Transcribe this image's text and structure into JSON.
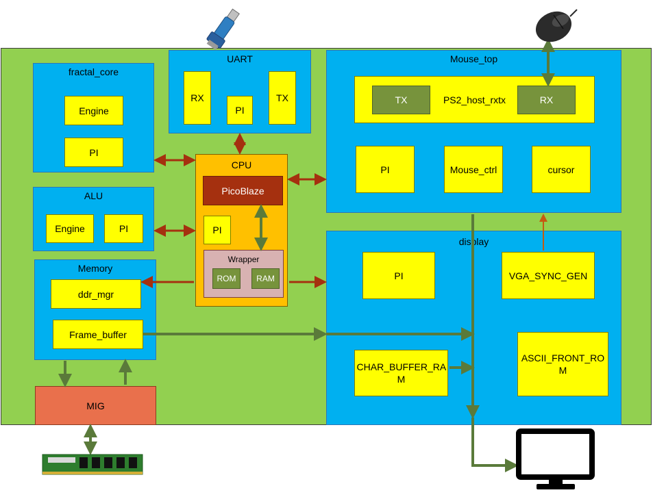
{
  "blocks": {
    "fractal_core": {
      "title": "fractal_core",
      "engine": "Engine",
      "pi": "PI"
    },
    "uart": {
      "title": "UART",
      "rx": "RX",
      "pi": "PI",
      "tx": "TX"
    },
    "mouse_top": {
      "title": "Mouse_top",
      "ps2": "PS2_host_rxtx",
      "tx": "TX",
      "rx": "RX",
      "pi": "PI",
      "mouse_ctrl": "Mouse_ctrl",
      "cursor": "cursor"
    },
    "alu": {
      "title": "ALU",
      "engine": "Engine",
      "pi": "PI"
    },
    "cpu": {
      "title": "CPU",
      "picoblaze": "PicoBlaze",
      "pi": "PI",
      "wrapper": "Wrapper",
      "rom": "ROM",
      "ram": "RAM"
    },
    "memory": {
      "title": "Memory",
      "ddr_mgr": "ddr_mgr",
      "frame_buffer": "Frame_buffer"
    },
    "display": {
      "title": "display",
      "pi": "PI",
      "vga": "VGA_SYNC_GEN",
      "char_buffer_ram": "CHAR_BUFFER_RA M",
      "ascii_front_rom": "ASCII_FRONT_RO M"
    },
    "mig": {
      "label": "MIG"
    }
  },
  "colors": {
    "board": "#92d050",
    "block": "#00b0f0",
    "module": "#ffff00",
    "arrow_red": "#a5300f",
    "arrow_green": "#5a7a3a",
    "arrow_orange": "#c55a11"
  },
  "icons": [
    "usb-serial-adapter-icon",
    "mouse-icon",
    "ram-stick-icon",
    "monitor-icon"
  ]
}
